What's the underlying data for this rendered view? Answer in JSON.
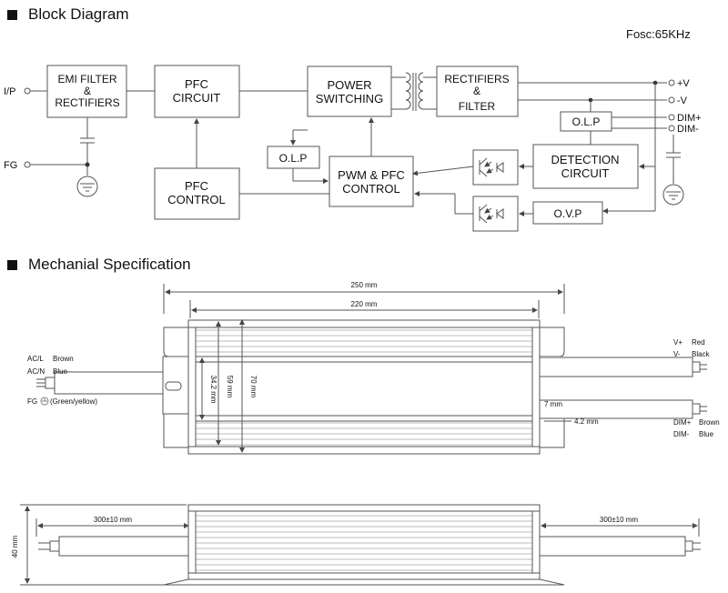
{
  "headings": {
    "block": "Block  Diagram",
    "mech": "Mechanial Specification"
  },
  "fosc": "Fosc:65KHz",
  "block_labels": {
    "emi": [
      "EMI  FILTER",
      "&",
      "RECTIFIERS"
    ],
    "pfc_circuit": [
      "PFC",
      "CIRCUIT"
    ],
    "pfc_control": [
      "PFC",
      "CONTROL"
    ],
    "power_switching": [
      "POWER",
      "SWITCHING"
    ],
    "olp_left": "O.L.P",
    "pwm": [
      "PWM & PFC",
      "CONTROL"
    ],
    "rectifiers": [
      "RECTIFIERS",
      "&",
      "FILTER"
    ],
    "olp_right": "O.L.P",
    "detection": [
      "DETECTION",
      "CIRCUIT"
    ],
    "ovp": "O.V.P"
  },
  "terminals": {
    "ip": "I/P",
    "fg": "FG",
    "vplus": "+V",
    "vminus": "-V",
    "dimplus": "DIM+",
    "dimminus": "DIM-"
  },
  "mech": {
    "dim_250": "250 mm",
    "dim_220": "220 mm",
    "dim_342": "34.2 mm",
    "dim_59": "59 mm",
    "dim_70": "70 mm",
    "dim_7": "7 mm",
    "dim_42": "4.2 mm",
    "dim_40": "40 mm",
    "cable_left": "300±10 mm",
    "cable_right": "300±10 mm",
    "acl": "AC/L",
    "acl_color": "Brown",
    "acn": "AC/N",
    "acn_color": "Blue",
    "fg": "FG",
    "fg_color": "(Green/yellow)",
    "vp": "V+",
    "vp_color": "Red",
    "vm": "V-",
    "vm_color": "Black",
    "dimp": "DIM+",
    "dimp_color": "Brown",
    "dimm": "DIM-",
    "dimm_color": "Blue"
  }
}
